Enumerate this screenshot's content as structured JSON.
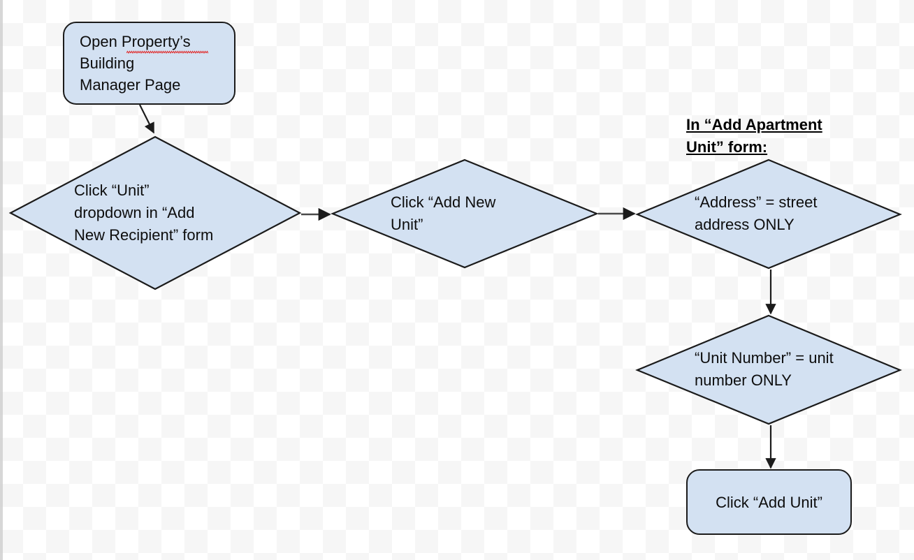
{
  "diagram": {
    "type": "flowchart",
    "title": "Add Apartment Unit flowchart",
    "shape_fill": "#d3e1f2",
    "shape_stroke": "#1b1b1b",
    "text_color": "#0d0d0d",
    "spellcheck_underline_color": "#e03030",
    "background": "transparent-checkerboard"
  },
  "nodes": {
    "start_box": {
      "shape": "rounded-rectangle",
      "text": "Open Property’s\nBuilding\nManager Page",
      "align": "left",
      "misspelled_word": "Property’s"
    },
    "diamond_unit_dropdown": {
      "shape": "diamond",
      "text": "Click “Unit”\ndropdown in “Add\nNew Recipient” form",
      "align": "left"
    },
    "diamond_add_new_unit": {
      "shape": "diamond",
      "text": "Click “Add New\nUnit”",
      "align": "left"
    },
    "diamond_address": {
      "shape": "diamond",
      "text": "“Address” = street\naddress ONLY",
      "align": "left"
    },
    "diamond_unit_number": {
      "shape": "diamond",
      "text": "“Unit Number” = unit\nnumber ONLY",
      "align": "left"
    },
    "end_box": {
      "shape": "rounded-rectangle",
      "text": "Click “Add Unit”",
      "align": "center"
    }
  },
  "annotations": {
    "form_heading": "In “Add Apartment\nUnit” form:"
  },
  "connectors": [
    {
      "name": "start-to-unit-dropdown",
      "from": "start_box",
      "to": "diamond_unit_dropdown",
      "direction": "diagonal-down-right",
      "arrowhead": "filled-triangle"
    },
    {
      "name": "unit-dropdown-to-add-new-unit",
      "from": "diamond_unit_dropdown",
      "to": "diamond_add_new_unit",
      "direction": "right",
      "arrowhead": "filled-triangle"
    },
    {
      "name": "add-new-unit-to-address",
      "from": "diamond_add_new_unit",
      "to": "diamond_address",
      "direction": "right",
      "arrowhead": "filled-triangle"
    },
    {
      "name": "address-to-unit-number",
      "from": "diamond_address",
      "to": "diamond_unit_number",
      "direction": "down",
      "arrowhead": "filled-triangle"
    },
    {
      "name": "unit-number-to-add-unit",
      "from": "diamond_unit_number",
      "to": "end_box",
      "direction": "down",
      "arrowhead": "filled-triangle"
    }
  ]
}
